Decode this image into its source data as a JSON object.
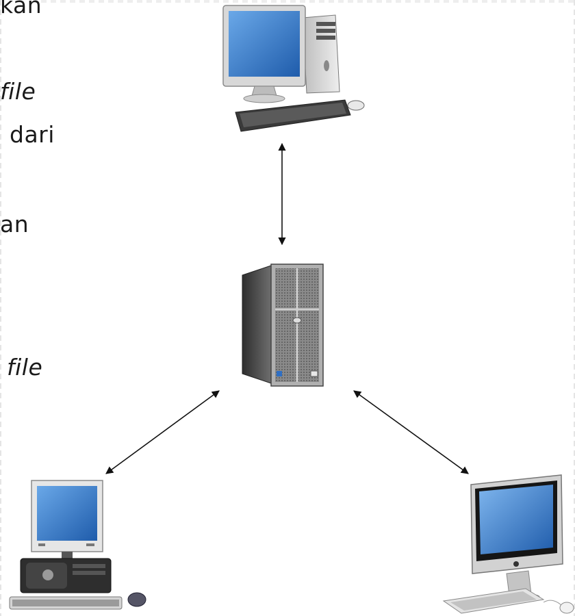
{
  "slide": {
    "text_fragments": [
      "kan",
      "file",
      "dari",
      "an",
      "file"
    ]
  },
  "diagram": {
    "nodes": [
      {
        "id": "client-top",
        "icon": "desktop-pc-icon"
      },
      {
        "id": "server",
        "icon": "server-tower-icon"
      },
      {
        "id": "client-left",
        "icon": "desktop-pc-icon"
      },
      {
        "id": "client-right",
        "icon": "imac-icon"
      }
    ],
    "edges": [
      {
        "from": "client-top",
        "to": "server",
        "style": "double-arrow"
      },
      {
        "from": "server",
        "to": "client-left",
        "style": "double-arrow"
      },
      {
        "from": "server",
        "to": "client-right",
        "style": "double-arrow"
      }
    ],
    "colors": {
      "screen": "#2f6fc4",
      "line": "#111111",
      "server_body": "#7a7a7a"
    }
  }
}
